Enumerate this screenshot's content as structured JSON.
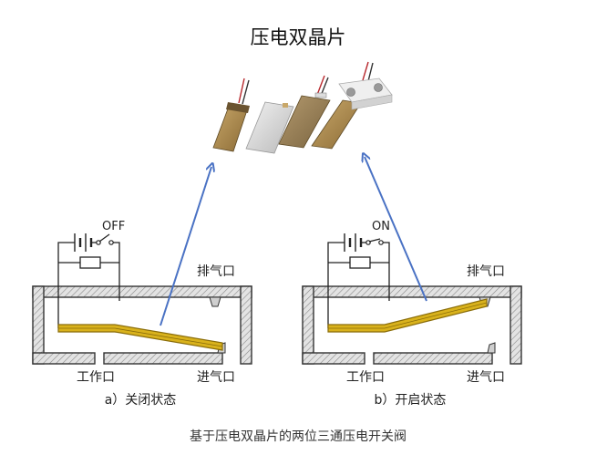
{
  "title": "压电双晶片",
  "caption": "基于压电双晶片的两位三通压电开关阀",
  "panels": [
    {
      "switch_label": "OFF",
      "exhaust_label": "排气口",
      "work_label": "工作口",
      "inlet_label": "进气口",
      "sub_caption": "a）关闭状态"
    },
    {
      "switch_label": "ON",
      "exhaust_label": "排气口",
      "work_label": "工作口",
      "inlet_label": "进气口",
      "sub_caption": "b）开启状态"
    }
  ],
  "colors": {
    "arrow": "#4a72c4",
    "valve_fill": "#d9d9d9",
    "valve_stroke": "#333333",
    "bimorph": "#d9b21c",
    "bimorph_edge": "#8a6d0a"
  }
}
